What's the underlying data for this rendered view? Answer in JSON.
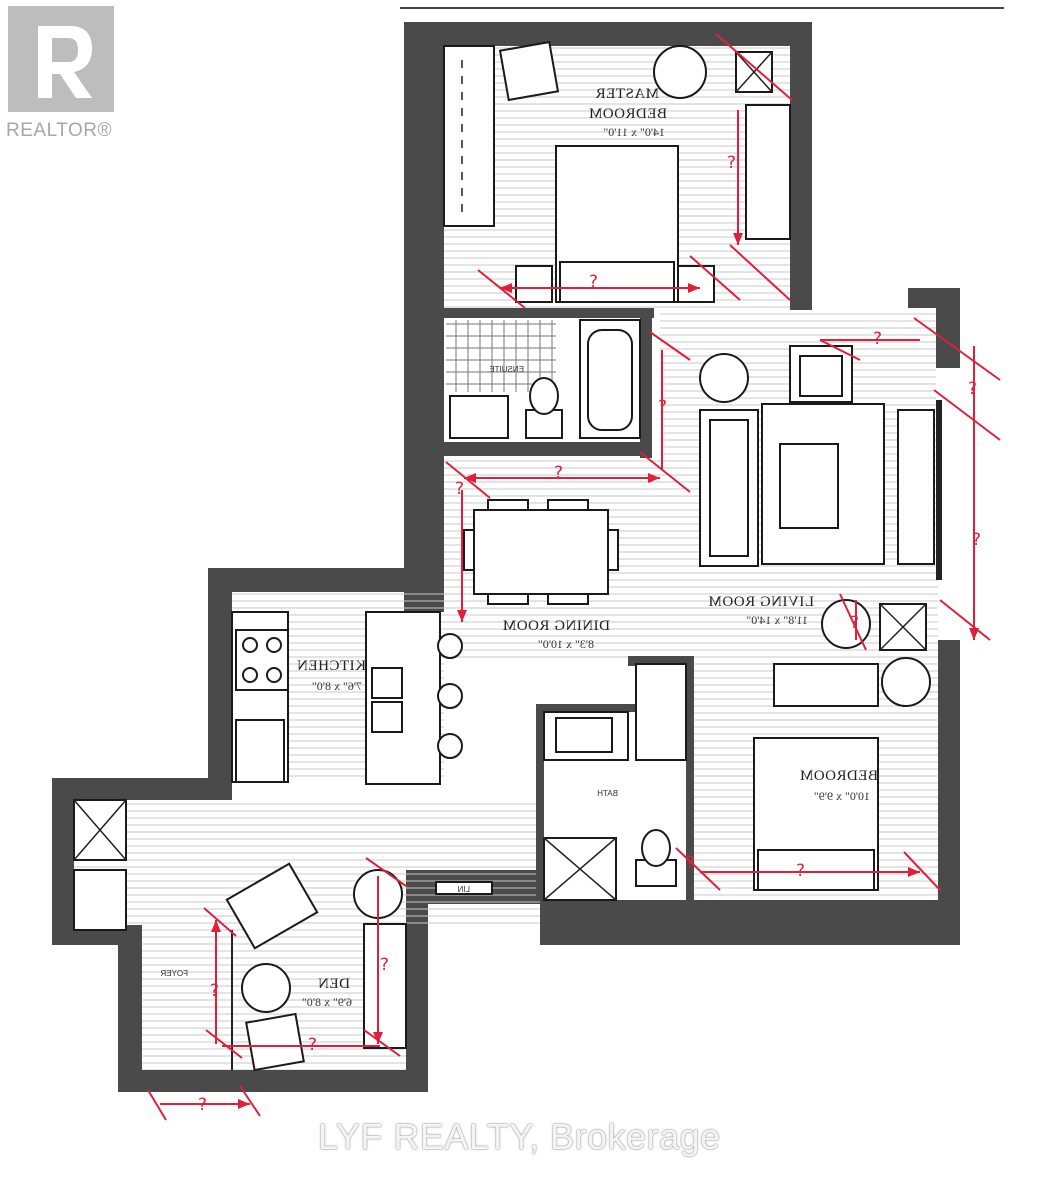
{
  "branding": {
    "realtor_logo_text": "REALTOR®",
    "watermark": "LYF REALTY, Brokerage"
  },
  "rooms": {
    "master_bedroom": {
      "name_line1": "MASTER",
      "name_line2": "BEDROOM",
      "dimensions": "14'0\" x 11'0\""
    },
    "ensuite": {
      "name": "ENSUITE"
    },
    "living_room": {
      "name": "LIVING ROOM",
      "dimensions": "11'8\" x 14'0\""
    },
    "dining_room": {
      "name": "DINING ROOM",
      "dimensions": "8'3\" x 10'0\""
    },
    "kitchen": {
      "name": "KITCHEN",
      "dimensions": "7'6\" x 8'0\""
    },
    "bedroom": {
      "name": "BEDROOM",
      "dimensions": "10'0\" x 9'9\""
    },
    "bath": {
      "name": "BATH"
    },
    "den": {
      "name": "DEN",
      "dimensions": "6'9\" x 8'0\""
    },
    "foyer": {
      "name": "FOYER"
    },
    "linen": {
      "name": "LIN"
    }
  },
  "annotations": {
    "unknown_mark": "?"
  },
  "colors": {
    "annotation": "#e0203a",
    "wall": "#4a4a4a",
    "logo": "#bdbdbd"
  }
}
